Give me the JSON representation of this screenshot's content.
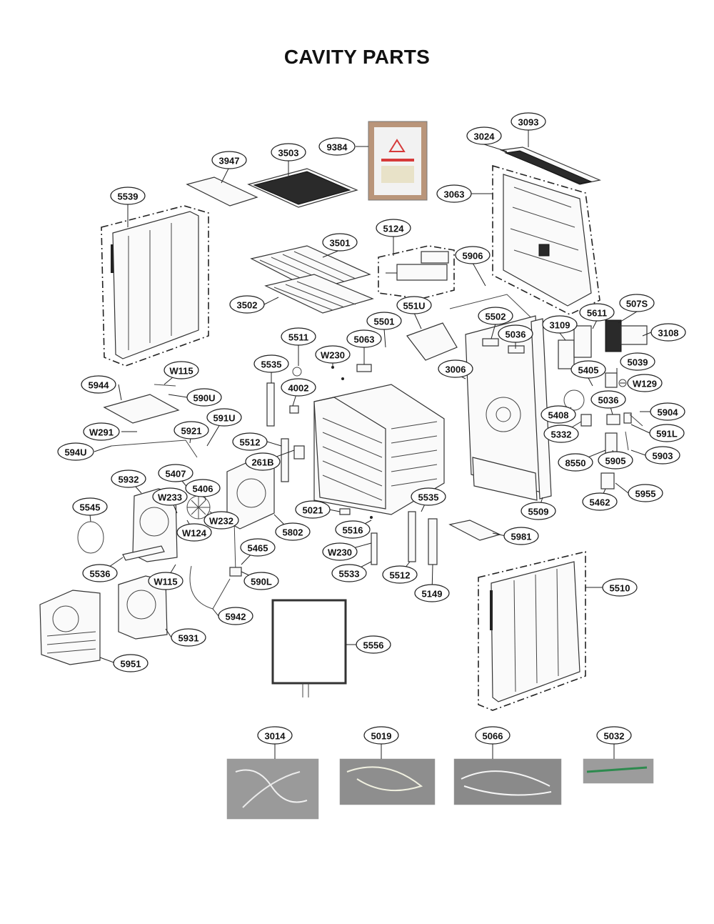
{
  "title": "CAVITY PARTS",
  "callouts": [
    "3093",
    "3024",
    "9384",
    "3503",
    "3947",
    "3063",
    "5539",
    "3501",
    "5124",
    "5906",
    "3502",
    "551U",
    "5501",
    "5502",
    "5611",
    "507S",
    "3109",
    "3108",
    "5511",
    "5063",
    "5036",
    "W230",
    "5039",
    "5535",
    "5405",
    "W129",
    "W115",
    "3006",
    "5944",
    "590U",
    "4002",
    "5036",
    "5904",
    "5408",
    "591L",
    "5332",
    "5921",
    "591U",
    "W291",
    "5512",
    "594U",
    "5905",
    "5903",
    "8550",
    "261B",
    "5932",
    "5407",
    "5955",
    "5406",
    "5462",
    "5545",
    "W233",
    "5535",
    "5509",
    "W232",
    "5021",
    "W124",
    "5802",
    "5516",
    "5981",
    "5465",
    "W230",
    "5536",
    "5533",
    "5512",
    "W115",
    "590L",
    "5149",
    "5510",
    "5942",
    "5931",
    "5556",
    "5951",
    "3014",
    "5019",
    "5066",
    "5032"
  ],
  "colors": {
    "line": "#222222",
    "pouch_red": "#d63a3a",
    "wire_green": "#2d8a4e",
    "photo_bg": "#8f8f8f"
  }
}
